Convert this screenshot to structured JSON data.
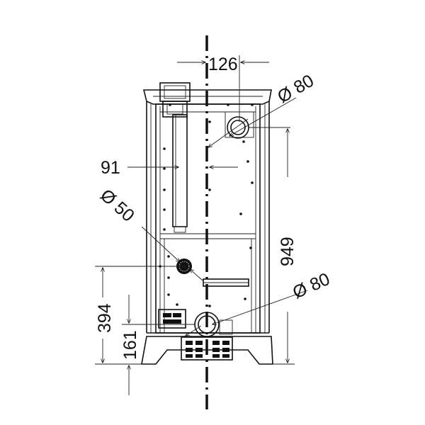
{
  "dimensions": {
    "top_offset": "126",
    "flue_top_diameter": "Ø 80",
    "left_offset": "91",
    "air_inlet_diameter": "Ø 50",
    "overall_height": "949",
    "lower_outlet_diameter": "Ø 80",
    "height_394": "394",
    "height_161": "161"
  }
}
